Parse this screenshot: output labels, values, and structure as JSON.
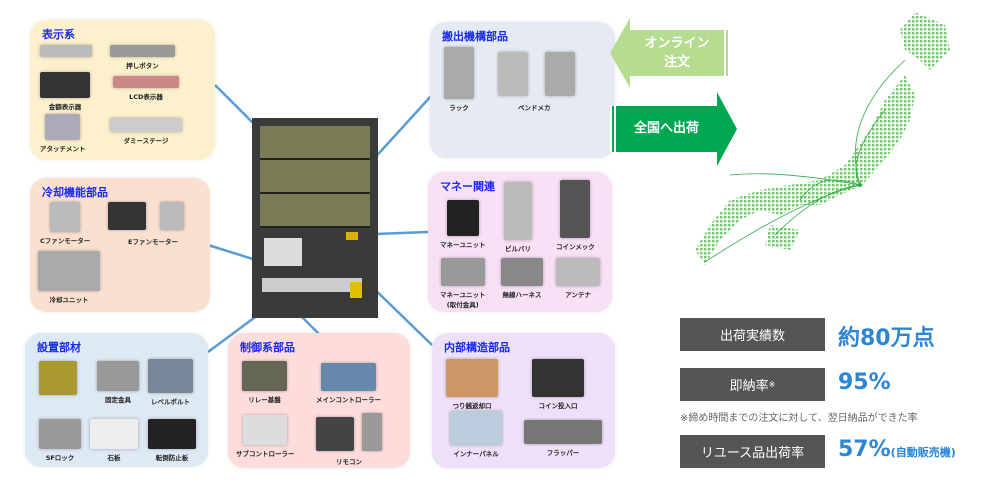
{
  "groups": {
    "display": {
      "title": "表示系",
      "items": [
        "押しボタン",
        "金額表示器",
        "LCD表示器",
        "アタッチメント",
        "ダミーステージ"
      ]
    },
    "cooling": {
      "title": "冷却機能部品",
      "items": [
        "Cファンモーター",
        "Eファンモーター",
        "冷却ユニット"
      ]
    },
    "install": {
      "title": "設置部材",
      "items": [
        "固定金具",
        "レベルボルト",
        "SFロック",
        "石板",
        "転倒防止板"
      ]
    },
    "control": {
      "title": "制御系部品",
      "items": [
        "リレー基盤",
        "メインコントローラー",
        "サブコントローラー",
        "リモコン"
      ]
    },
    "carry": {
      "title": "搬出機構部品",
      "items": [
        "ラック",
        "ベンドメカ"
      ]
    },
    "money": {
      "title": "マネー関連",
      "items": [
        "マネーユニット",
        "ビルバリ",
        "コインメック",
        "マネーユニット",
        "(取付金具)",
        "無線ハーネス",
        "アンテナ"
      ]
    },
    "inner": {
      "title": "内部構造部品",
      "items": [
        "つり銭返却口",
        "コイン投入口",
        "インナーパネル",
        "フラッパー"
      ]
    }
  },
  "arrows": {
    "online": "オンライン",
    "online2": "注文",
    "ship": "全国へ出荷"
  },
  "stats": {
    "shipped_label": "出荷実績数",
    "shipped_value": "約80万点",
    "rate_label": "即納率",
    "rate_mark": "※",
    "rate_value": "95%",
    "note": "※締め時間までの注文に対して、翌日納品ができた率",
    "reuse_label": "リユース品出荷率",
    "reuse_value": "57%",
    "reuse_note": "(自動販売機)"
  },
  "colors": {
    "accent": "#2d85d4",
    "title": "#1a2cf0",
    "green": "#00a650",
    "lightgreen": "#b5dc8f"
  }
}
